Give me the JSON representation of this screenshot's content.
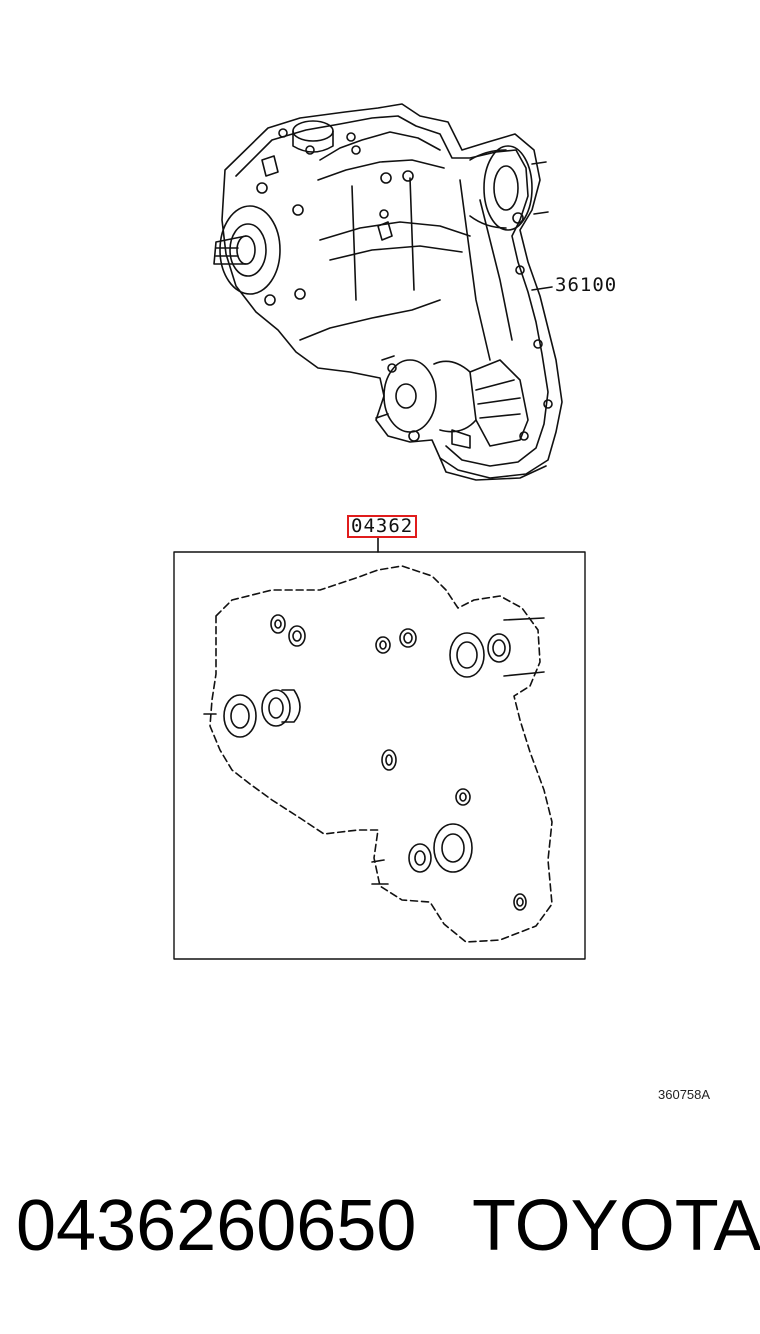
{
  "callouts": {
    "transfer_assembly": "36100",
    "gasket_kit": "04362"
  },
  "reference_code": "360758A",
  "footer": {
    "part_number": "0436260650",
    "brand": "TOYOTA"
  },
  "colors": {
    "line": "#111111",
    "highlight": "#e01c1c"
  }
}
